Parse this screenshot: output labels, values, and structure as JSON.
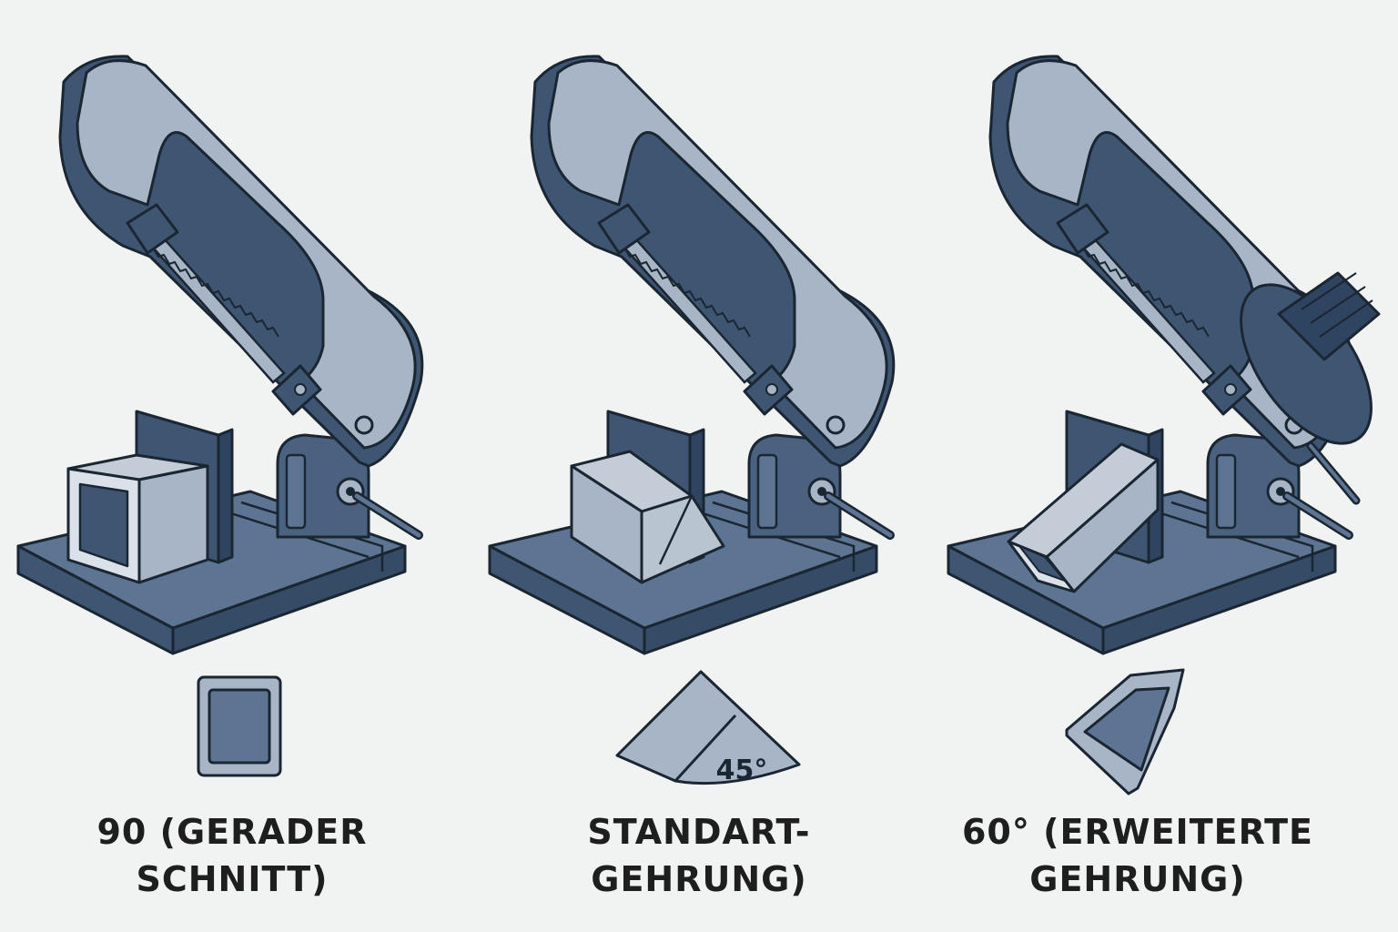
{
  "colors": {
    "dark_blue": "#3f5673",
    "mid_blue": "#5d7592",
    "light_blue": "#a8b5c6",
    "outline": "#1b2633",
    "background": "#f1f2f2",
    "text": "#1e1e1e"
  },
  "panels": [
    {
      "id": "straight",
      "icon": "square-tube-profile-icon",
      "caption_line1": "90 (GERADER",
      "caption_line2": "SCHNITT)"
    },
    {
      "id": "standard-miter",
      "icon": "miter-45-sector-icon",
      "angle_label": "45°",
      "caption_line1": "STANDART-",
      "caption_line2": "GEHRUNG)"
    },
    {
      "id": "extended-miter",
      "icon": "angled-tube-profile-icon",
      "caption_line1": "60° (ERWEITERTE",
      "caption_line2": "GEHRUNG)"
    }
  ]
}
